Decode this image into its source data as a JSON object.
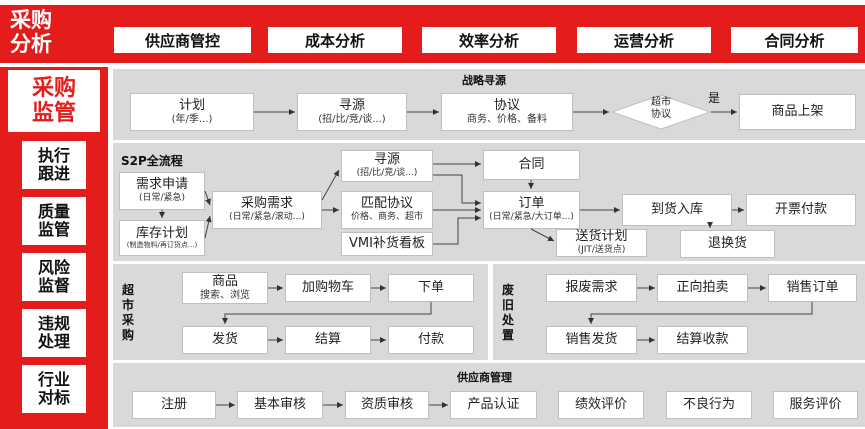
{
  "header": {
    "title_line1": "采购",
    "title_line2": "分析",
    "tabs": [
      "供应商管控",
      "成本分析",
      "效率分析",
      "运营分析",
      "合同分析"
    ]
  },
  "sidebar": {
    "title_line1": "采购",
    "title_line2": "监管",
    "items": [
      {
        "line1": "执行",
        "line2": "跟进"
      },
      {
        "line1": "质量",
        "line2": "监管"
      },
      {
        "line1": "风险",
        "line2": "监督"
      },
      {
        "line1": "违规",
        "line2": "处理"
      },
      {
        "line1": "行业",
        "line2": "对标"
      }
    ]
  },
  "strategic": {
    "title": "战略寻源",
    "plan": {
      "main": "计划",
      "sub": "(年/季...)"
    },
    "source": {
      "main": "寻源",
      "sub": "(招/比/竞/谈...)"
    },
    "agreement": {
      "main": "协议",
      "sub": "商务、价格、备料"
    },
    "decision": {
      "line1": "超市",
      "line2": "协议"
    },
    "yes_label": "是",
    "listing": "商品上架"
  },
  "s2p": {
    "title": "S2P全流程",
    "demand_request": {
      "main": "需求申请",
      "sub": "(日常/紧急)"
    },
    "inventory_plan": {
      "main": "库存计划",
      "sub": "(制造物料/再订货点...)"
    },
    "purchase_demand": {
      "main": "采购需求",
      "sub": "(日常/紧急/滚动...)"
    },
    "source": {
      "main": "寻源",
      "sub": "(招/比/竞/谈...)"
    },
    "match_agreement": {
      "main": "匹配协议",
      "sub": "价格、商务、超市"
    },
    "vmi": "VMI补货看板",
    "contract": "合同",
    "order": {
      "main": "订单",
      "sub": "(日常/紧急/大订单...)"
    },
    "delivery_plan": {
      "main": "送货计划",
      "sub": "(JIT/送货点)"
    },
    "receiving": "到货入库",
    "invoice_payment": "开票付款",
    "return_exchange": "退换货"
  },
  "supermarket": {
    "title": [
      "超",
      "市",
      "采",
      "购"
    ],
    "goods": {
      "main": "商品",
      "sub": "搜索、浏览"
    },
    "cart": "加购物车",
    "place_order": "下单",
    "ship": "发货",
    "settle": "结算",
    "pay": "付款"
  },
  "scrap": {
    "title": [
      "废",
      "旧",
      "处",
      "置"
    ],
    "scrap_demand": "报废需求",
    "forward_auction": "正向拍卖",
    "sales_order": "销售订单",
    "sales_delivery": "销售发货",
    "settle_collect": "结算收款"
  },
  "supplier_mgmt": {
    "title": "供应商管理",
    "items": [
      "注册",
      "基本审核",
      "资质审核",
      "产品认证",
      "绩效评价",
      "不良行为",
      "服务评价"
    ]
  }
}
